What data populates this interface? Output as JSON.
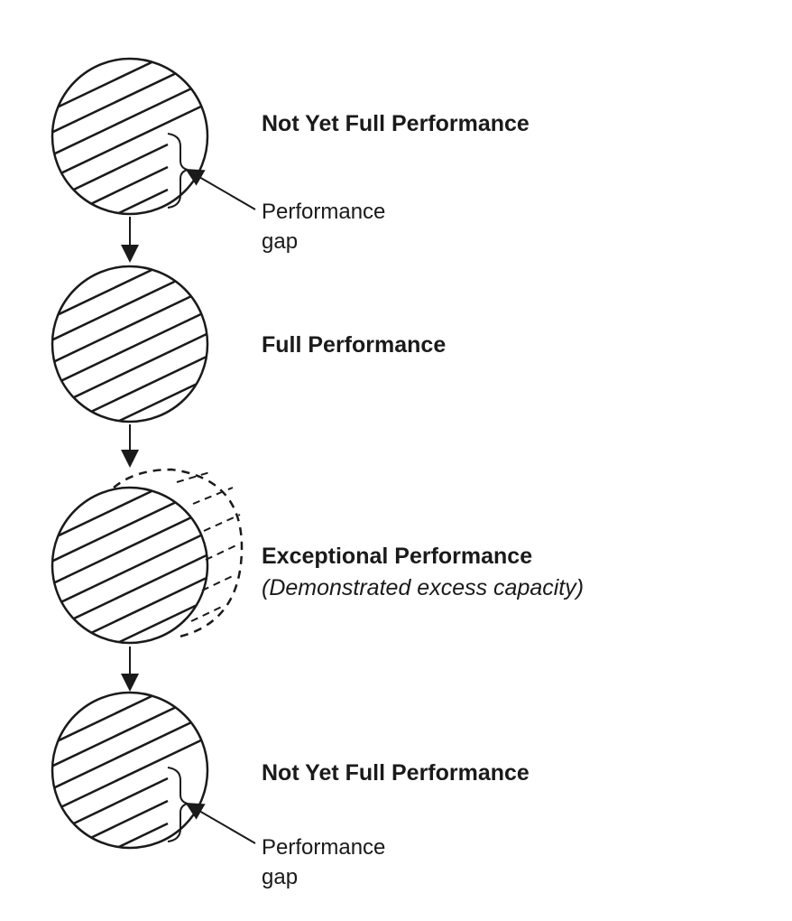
{
  "stages": [
    {
      "title": "Not Yet Full Performance",
      "annotation": {
        "line1": "Performance",
        "line2": "gap"
      }
    },
    {
      "title": "Full Performance"
    },
    {
      "title": "Exceptional Performance",
      "subtitle": "(Demonstrated excess capacity)"
    },
    {
      "title": "Not Yet Full Performance",
      "annotation": {
        "line1": "Performance",
        "line2": "gap"
      }
    }
  ],
  "colors": {
    "ink": "#1a1a1a",
    "background": "#ffffff"
  }
}
